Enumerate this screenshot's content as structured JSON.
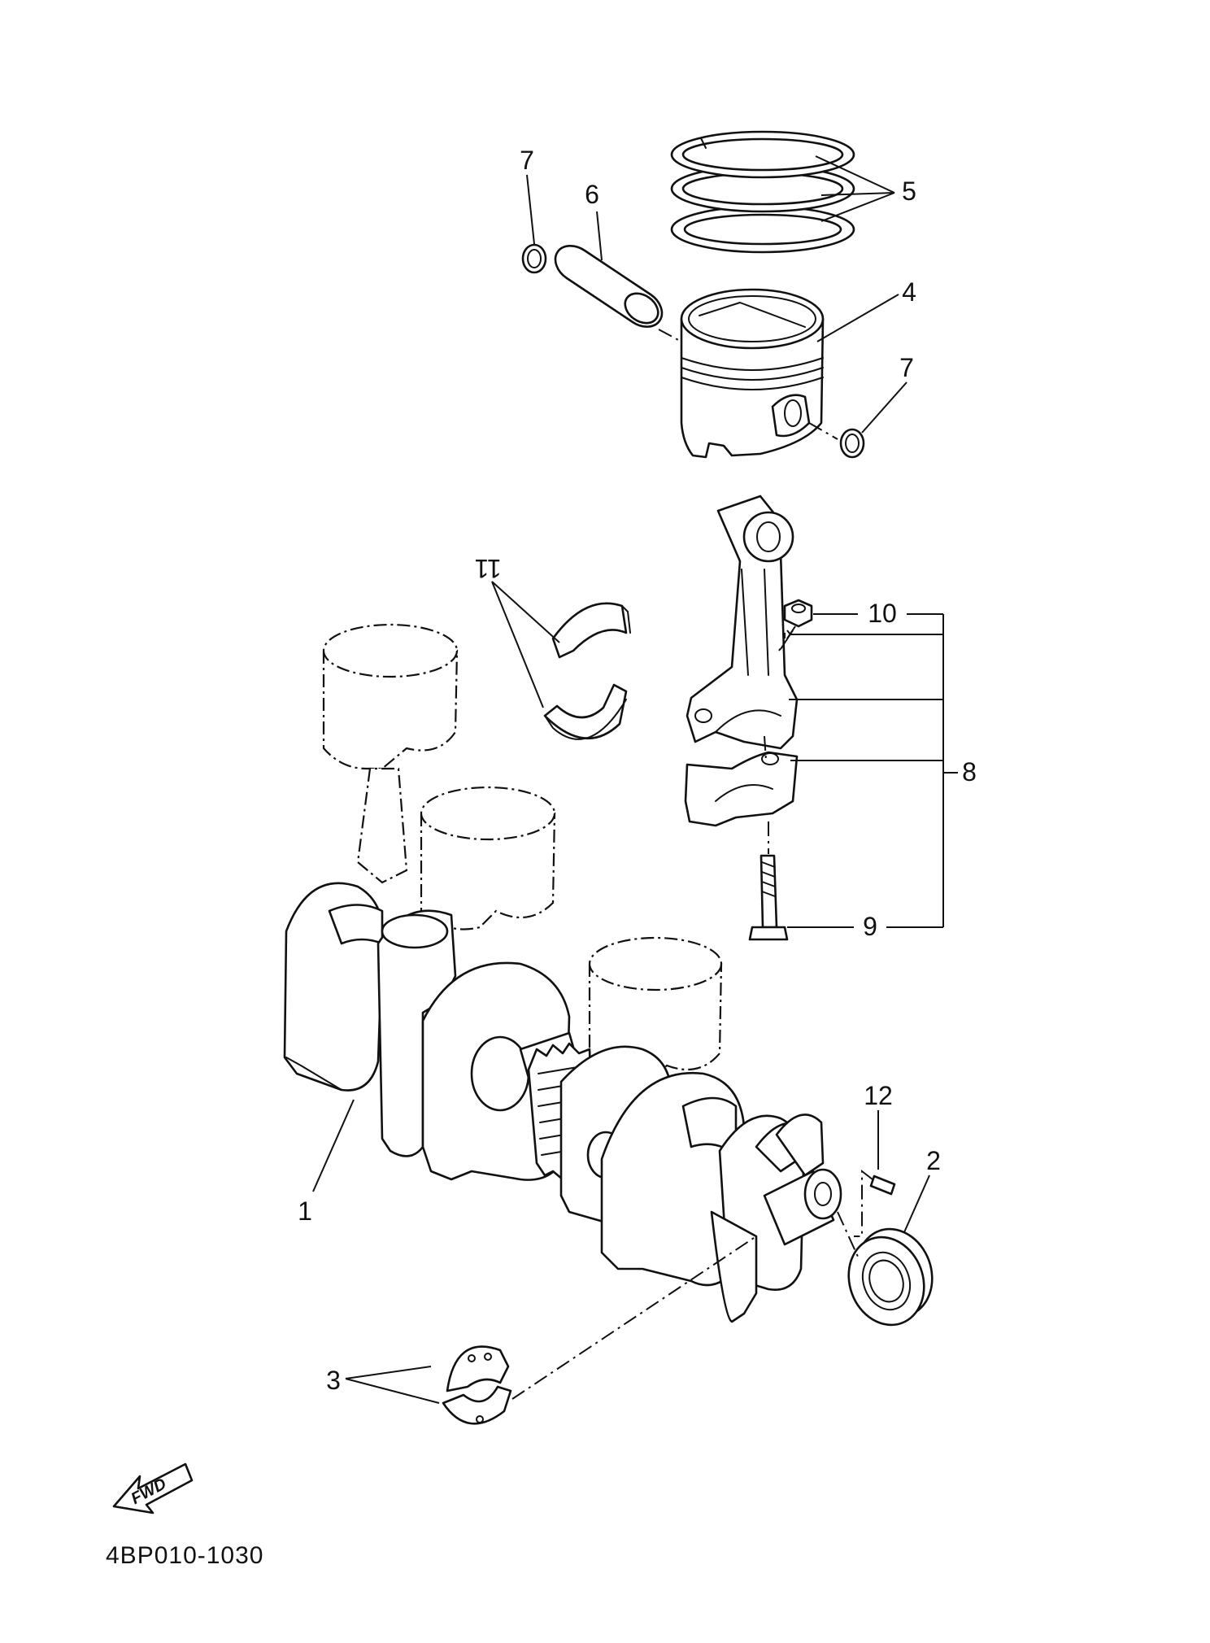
{
  "callouts": {
    "c1": "1",
    "c2": "2",
    "c3": "3",
    "c4": "4",
    "c5": "5",
    "c6": "6",
    "c7a": "7",
    "c7b": "7",
    "c8": "8",
    "c9": "9",
    "c10": "10",
    "c11": "11",
    "c12": "12"
  },
  "fwd_label": "FWD",
  "diagram_code": "4BP010-1030"
}
